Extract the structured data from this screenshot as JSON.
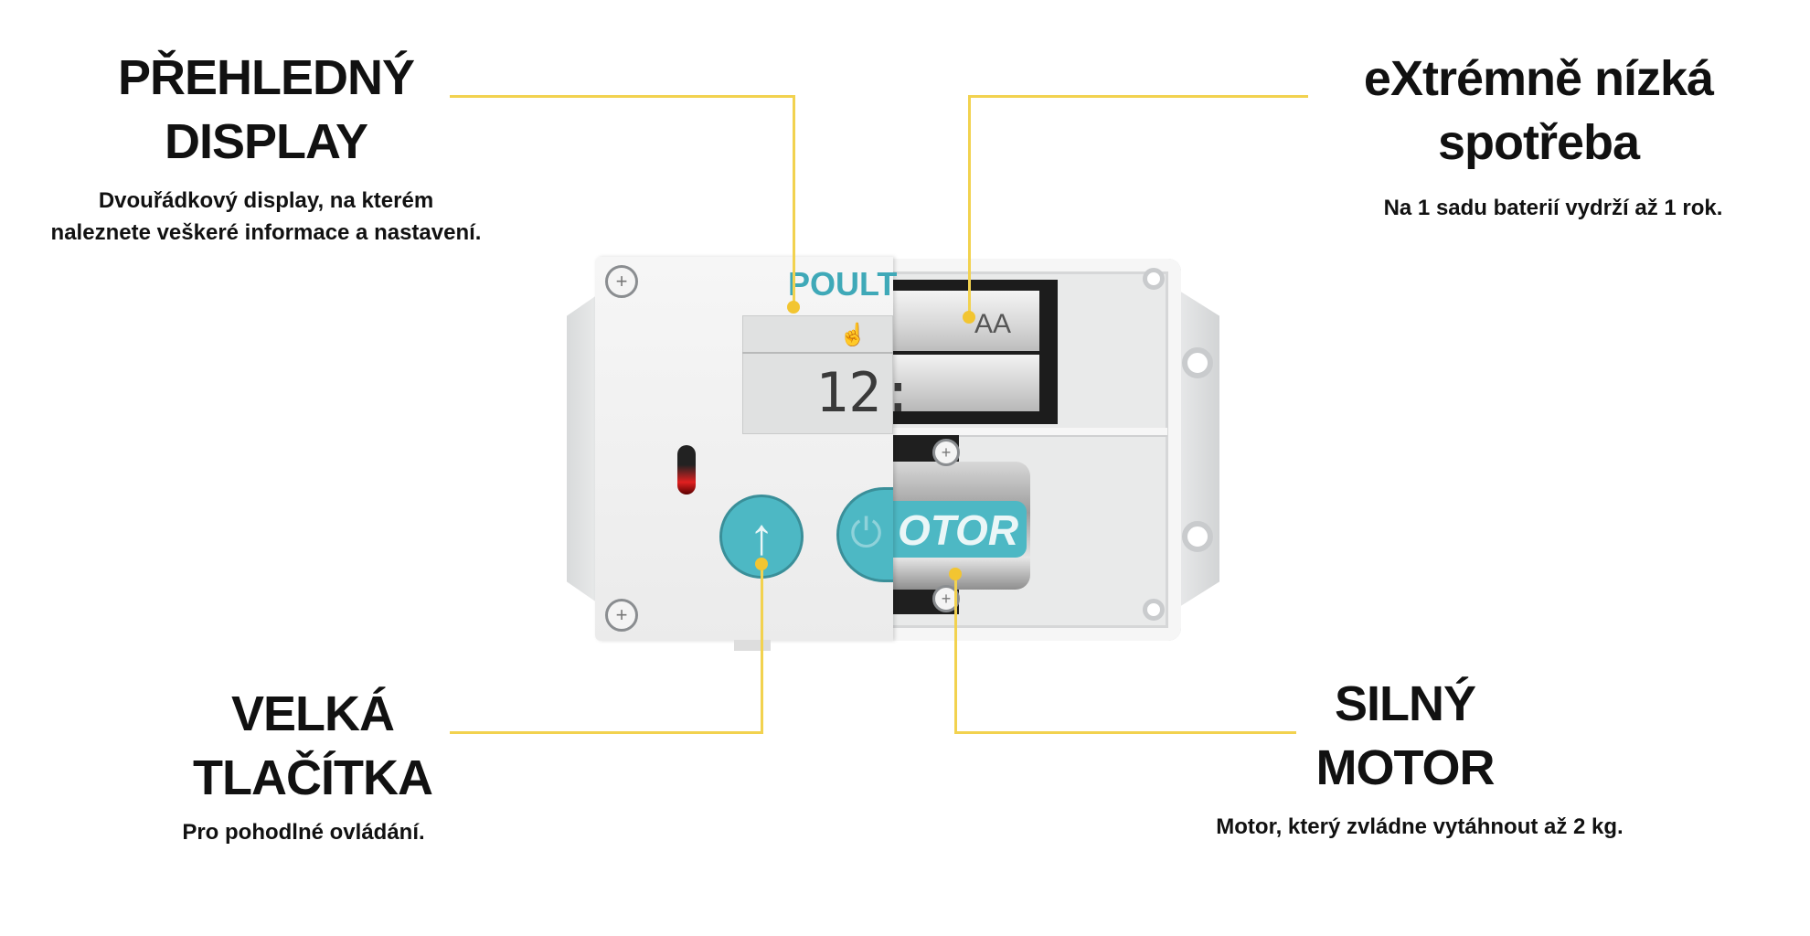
{
  "features": [
    {
      "id": "display",
      "title_lines": [
        "PŘEHLEDNÝ",
        "DISPLAY"
      ],
      "description_lines": [
        "Dvouřádkový display, na kterém",
        "naleznete veškeré informace a nastavení."
      ]
    },
    {
      "id": "consumption",
      "title_lines": [
        "eXtrémně nízká",
        "spotřeba"
      ],
      "description_lines": [
        "Na 1 sadu baterií vydrží až 1 rok."
      ]
    },
    {
      "id": "buttons",
      "title_lines": [
        "VELKÁ",
        "TLAČÍTKA"
      ],
      "description_lines": [
        "Pro pohodlné ovládání."
      ]
    },
    {
      "id": "motor",
      "title_lines": [
        "SILNÝ",
        "MOTOR"
      ],
      "description_lines": [
        "Motor, který zvládne vytáhnout až 2 kg."
      ]
    }
  ],
  "device": {
    "logo_text": "POULT",
    "lcd_time": "12:",
    "battery_label": "AA",
    "motor_label": "OTOR"
  },
  "colors": {
    "callout": "#f2d24f",
    "accent": "#4db8c4",
    "led": "#e02020"
  }
}
